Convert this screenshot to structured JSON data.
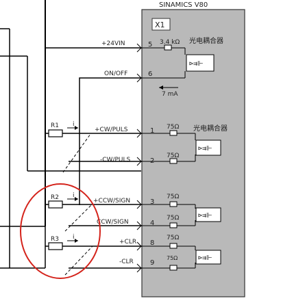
{
  "device": {
    "title": "SINAMICS V80",
    "connector": "X1"
  },
  "labels": {
    "optocoupler_top": "光电耦合器",
    "optocoupler_mid": "光电耦合器",
    "current": "7 mA"
  },
  "signals": [
    {
      "name": "+24VIN",
      "pin": "5",
      "resistor": "3.4 kΩ"
    },
    {
      "name": "ON/OFF",
      "pin": "6",
      "resistor": ""
    },
    {
      "name": "+CW/PULS",
      "pin": "1",
      "resistor": "75Ω"
    },
    {
      "name": "-CW/PULS",
      "pin": "2",
      "resistor": "75Ω"
    },
    {
      "name": "+CCW/SIGN",
      "pin": "3",
      "resistor": "75Ω"
    },
    {
      "name": "CCW/SIGN",
      "pin": "4",
      "resistor": "75Ω"
    },
    {
      "name": "+CLR",
      "pin": "8",
      "resistor": "75Ω"
    },
    {
      "name": "-CLR",
      "pin": "9",
      "resistor": "75Ω"
    }
  ],
  "external_resistors": [
    {
      "name": "R1",
      "current": "i"
    },
    {
      "name": "R2",
      "current": "i"
    },
    {
      "name": "R3",
      "current": "i"
    }
  ],
  "annotation": {
    "color": "#d4231b"
  }
}
